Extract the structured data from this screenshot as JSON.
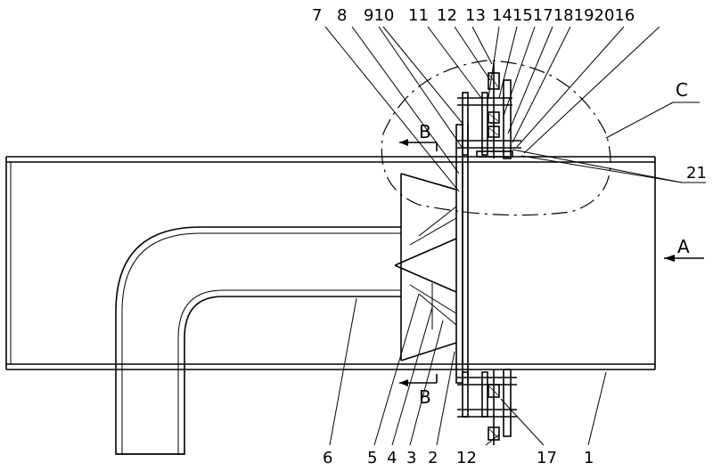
{
  "labels": {
    "top": [
      "7",
      "8",
      "910",
      "11",
      "12",
      "13",
      "14151718192016"
    ],
    "bottom": [
      "6",
      "5",
      "4",
      "3",
      "2",
      "12",
      "17",
      "1"
    ],
    "side_c": "C",
    "side_21": "21",
    "view_a": "A",
    "section_b_top": "B",
    "section_b_bottom": "B"
  }
}
